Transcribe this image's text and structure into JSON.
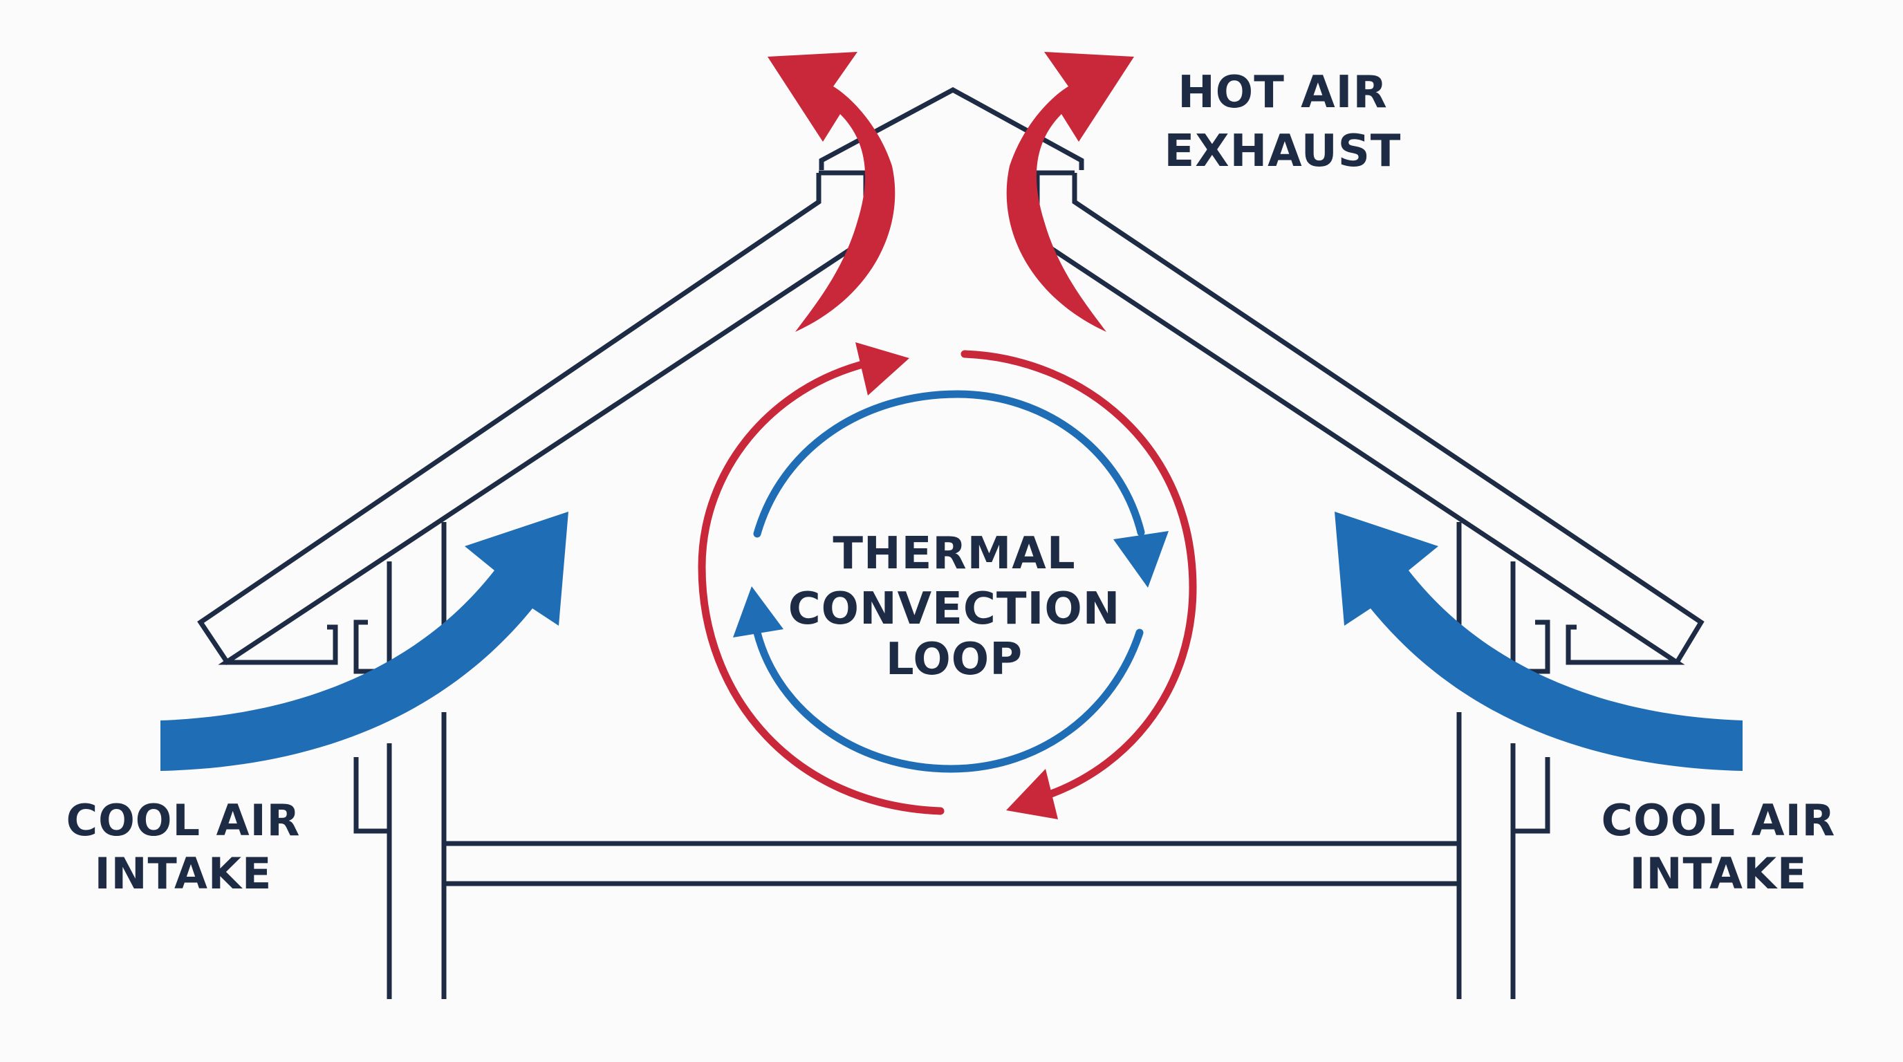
{
  "labels": {
    "hot_exhaust_line1": "HOT AIR",
    "hot_exhaust_line2": "EXHAUST",
    "cool_left_line1": "COOL AIR",
    "cool_left_line2": "INTAKE",
    "cool_right_line1": "COOL AIR",
    "cool_right_line2": "INTAKE",
    "loop_line1": "THERMAL",
    "loop_line2": "CONVECTION",
    "loop_line3": "LOOP"
  },
  "colors": {
    "hot": "#c8283a",
    "cool": "#1f6db5",
    "outline": "#1d2b45",
    "background": "#fbfbfb"
  },
  "icons": {
    "hot_exhaust": "curved-arrow-up-out",
    "cool_intake": "curved-arrow-up-in",
    "loop": "circular-arrows"
  }
}
